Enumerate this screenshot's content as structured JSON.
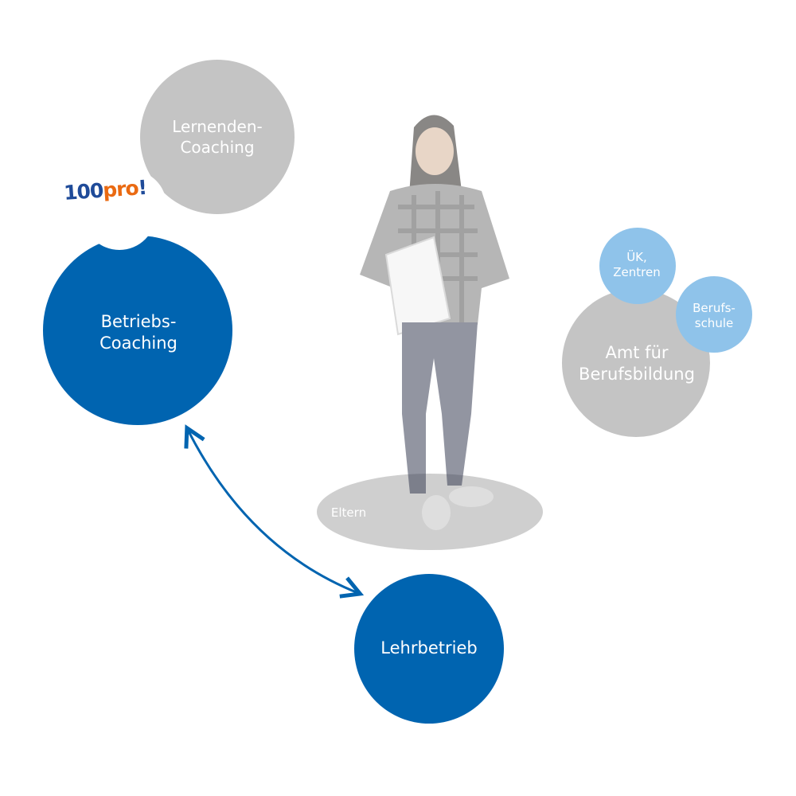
{
  "diagram": {
    "nodes": {
      "lernenden_coaching": {
        "lines": [
          "Lernenden-",
          "Coaching"
        ]
      },
      "betriebs_coaching": {
        "lines": [
          "Betriebs-",
          "Coaching"
        ]
      },
      "lehrbetrieb": {
        "label": "Lehrbetrieb"
      },
      "eltern": {
        "label": "Eltern"
      },
      "amt_fuer_berufsbildung": {
        "lines": [
          "Amt für",
          "Berufsbildung"
        ]
      },
      "uek_zentren": {
        "lines": [
          "ÜK,",
          "Zentren"
        ]
      },
      "berufsschule": {
        "lines": [
          "Berufs-",
          "schule"
        ]
      }
    },
    "logo": {
      "number": "100",
      "word": "pro",
      "mark": "!"
    },
    "edges": [
      {
        "from": "betriebs_coaching",
        "to": "lehrbetrieb",
        "direction": "both"
      }
    ]
  },
  "colors": {
    "blue_dark": "#0064b0",
    "blue_light": "#8fc3ea",
    "gray": "#c4c4c4",
    "gray_platform": "#cfcfcf",
    "logo_blue": "#1f4b99",
    "logo_orange": "#ea6a12"
  }
}
